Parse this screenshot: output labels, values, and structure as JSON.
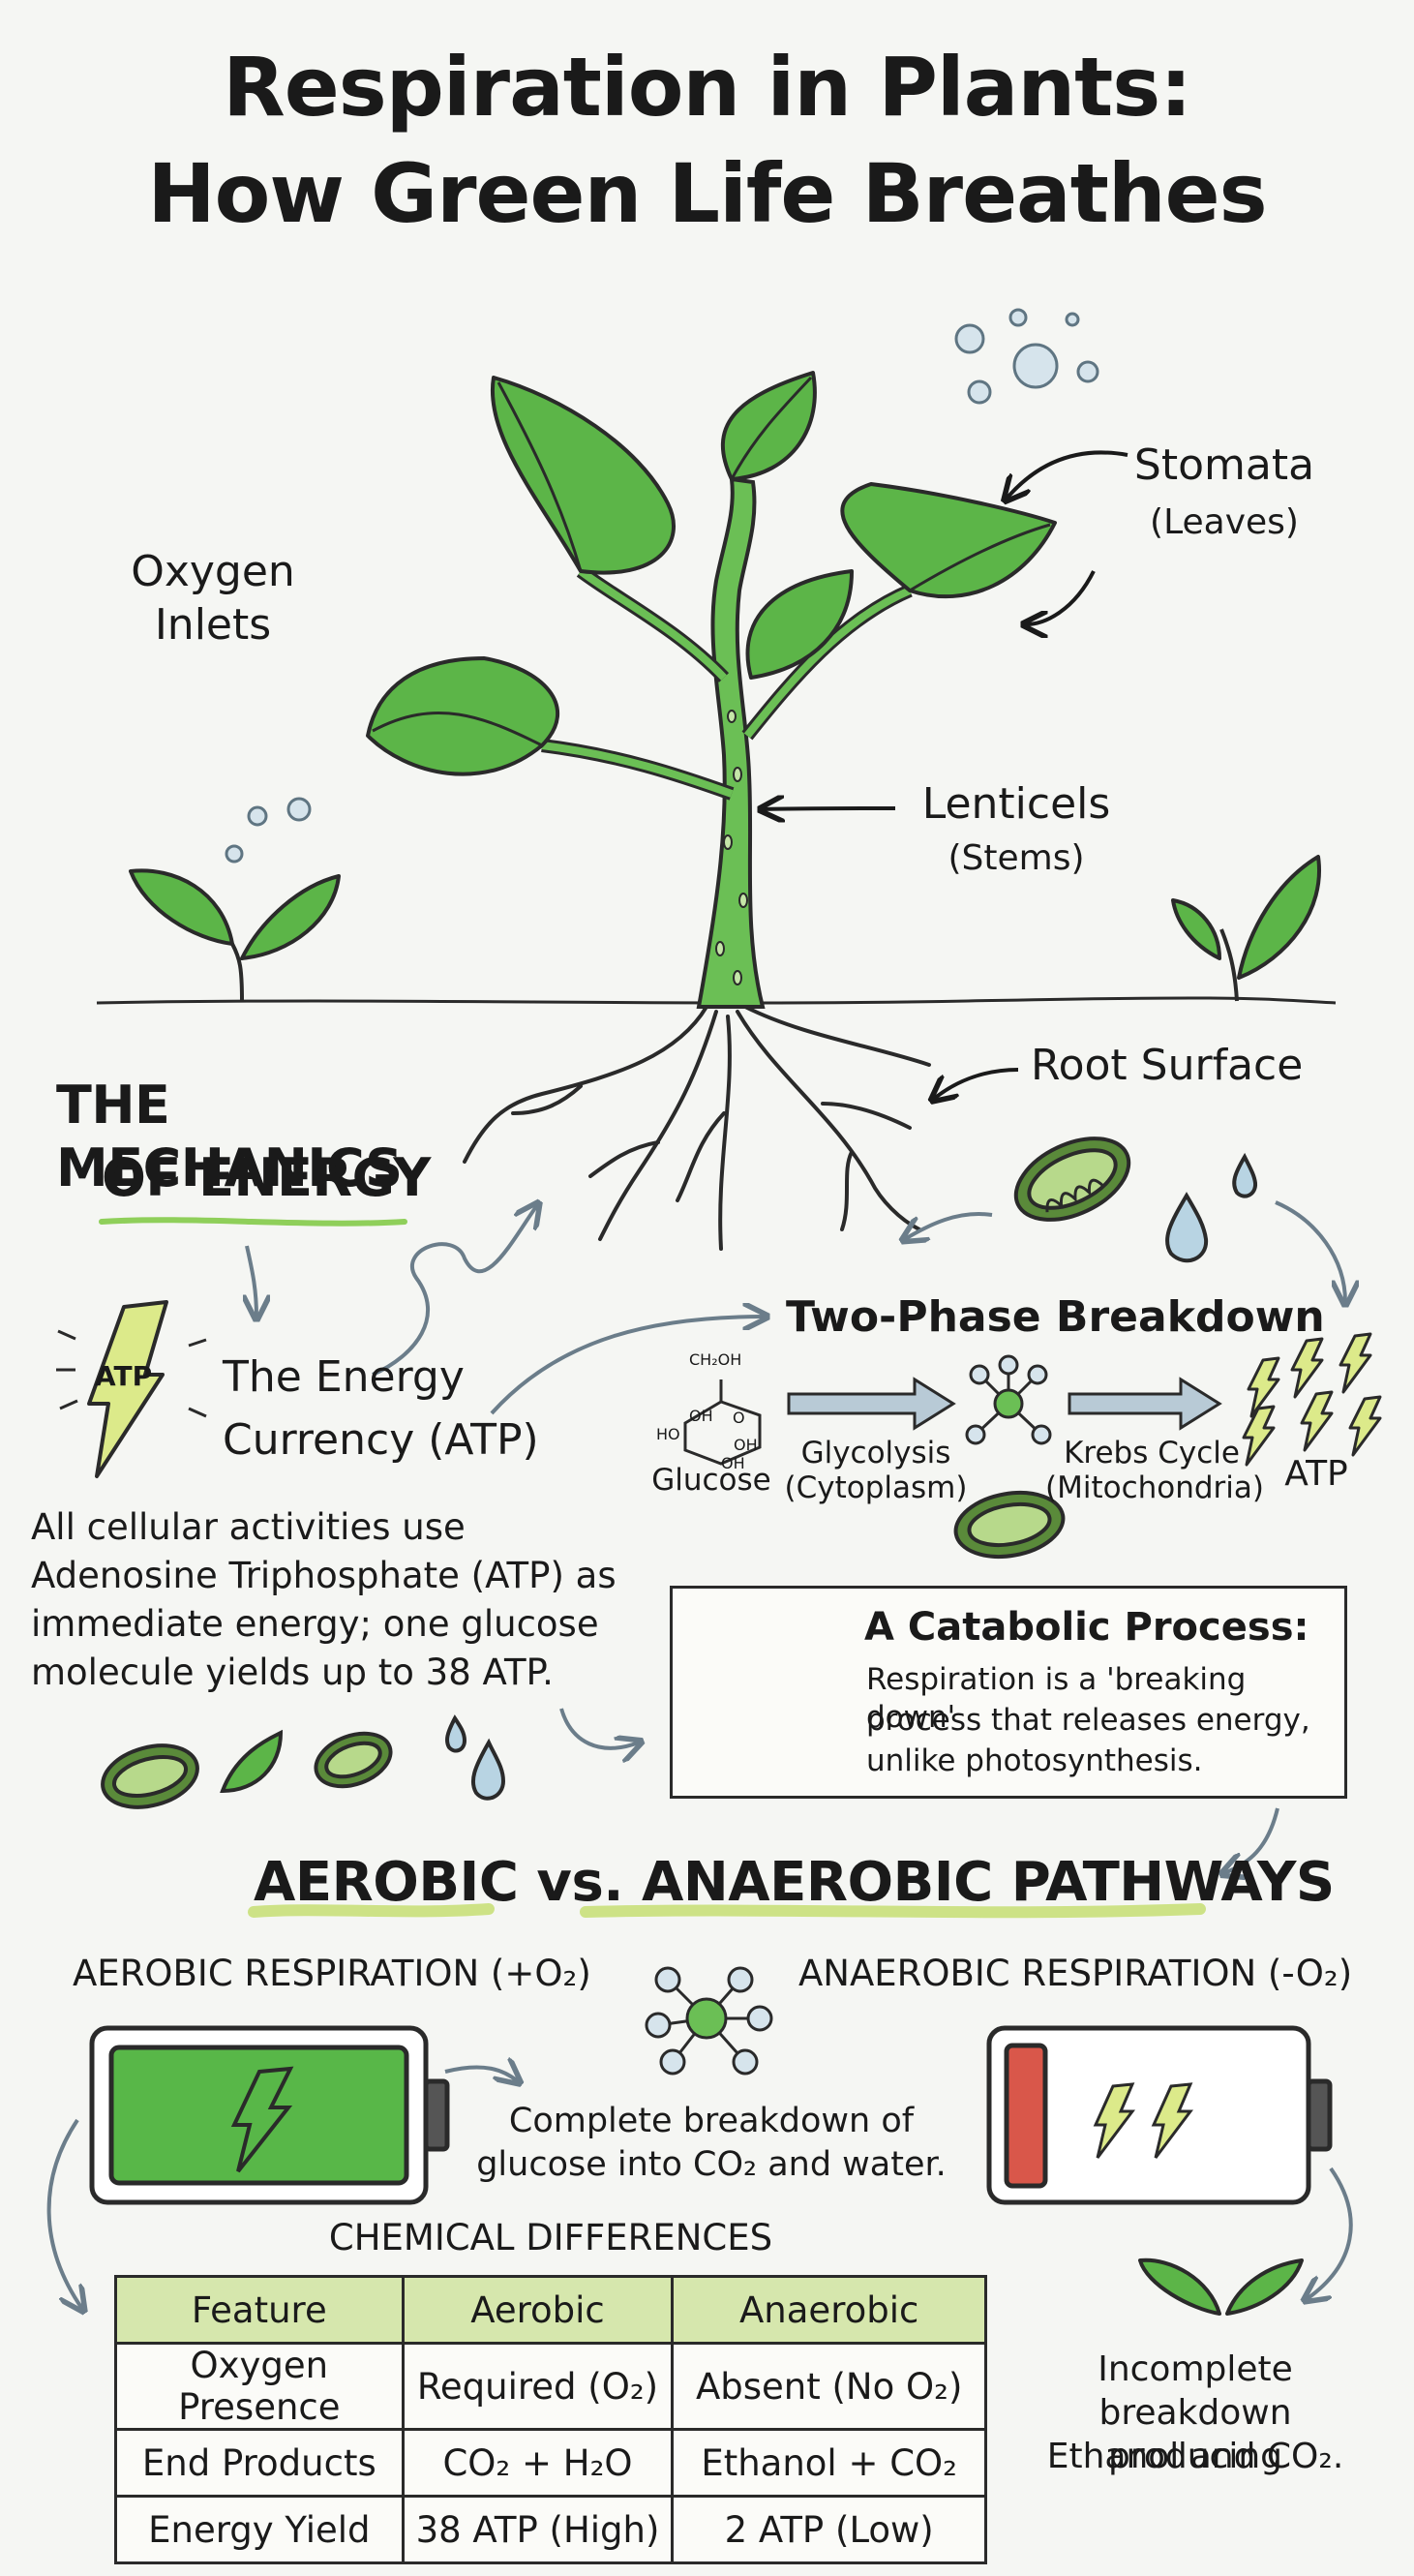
{
  "title": {
    "line1": "Respiration in Plants:",
    "line2": "How Green Life Breathes"
  },
  "plant_labels": {
    "oxygen_inlets_1": "Oxygen",
    "oxygen_inlets_2": "Inlets",
    "stomata": "Stomata",
    "stomata_sub": "(Leaves)",
    "lenticels": "Lenticels",
    "lenticels_sub": "(Stems)",
    "root_surface": "Root Surface"
  },
  "mechanics": {
    "heading_1": "THE MECHANICS",
    "heading_2": "OF ENERGY",
    "atp_icon_label": "ATP",
    "currency_1": "The Energy",
    "currency_2": "Currency (ATP)",
    "body_1": "All cellular activities use",
    "body_2": "Adenosine Triphosphate (ATP) as",
    "body_3": "immediate energy; one glucose",
    "body_4": "molecule yields up to 38 ATP."
  },
  "breakdown": {
    "heading": "Two-Phase Breakdown",
    "glucose": "Glucose",
    "glycolysis": "Glycolysis",
    "glycolysis_sub": "(Cytoplasm)",
    "krebs": "Krebs Cycle",
    "krebs_sub": "(Mitochondria)",
    "atp": "ATP",
    "glucose_labels": [
      "CH₂OH",
      "O",
      "OH",
      "HO",
      "OH",
      "OH"
    ]
  },
  "catabolic": {
    "heading": "A Catabolic Process:",
    "line_1": "Respiration is a 'breaking down'",
    "line_2": "process that releases energy,",
    "line_3": "unlike photosynthesis."
  },
  "pathways": {
    "heading_aerobic": "AEROBIC",
    "heading_vs": " vs. ",
    "heading_anaerobic": "ANAEROBIC PATHWAYS",
    "aerobic_label": "AEROBIC RESPIRATION (+O₂)",
    "anaerobic_label": "ANAEROBIC RESPIRATION (-O₂)",
    "aerobic_desc_1": "Complete breakdown of",
    "aerobic_desc_2": "glucose into CO₂ and water.",
    "anaerobic_desc_1": "Incomplete",
    "anaerobic_desc_2": "breakdown producing",
    "anaerobic_desc_3": "Ethanol and CO₂."
  },
  "table": {
    "caption": "CHEMICAL DIFFERENCES",
    "headers": [
      "Feature",
      "Aerobic",
      "Anaerobic"
    ],
    "rows": [
      [
        "Oxygen Presence",
        "Required (O₂)",
        "Absent (No O₂)"
      ],
      [
        "End Products",
        "CO₂ + H₂O",
        "Ethanol + CO₂"
      ],
      [
        "Energy Yield",
        "38 ATP (High)",
        "2 ATP (Low)"
      ]
    ]
  },
  "colors": {
    "leaf_green": "#5cb548",
    "dark_leaf": "#3e8a33",
    "stem_green": "#6bbf55",
    "highlight_green": "#c9e07a",
    "battery_green": "#58b748",
    "battery_red": "#d9574a",
    "atp_yellow": "#dcea8a",
    "water_blue": "#b8d4e3",
    "table_header": "#d6e7ad",
    "ink": "#1a1a1a"
  }
}
